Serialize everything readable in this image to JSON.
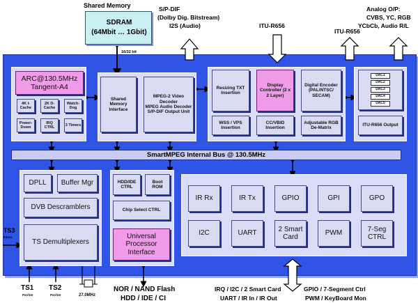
{
  "sdram": {
    "header": "Shared Memory",
    "title": "SDRAM",
    "subtitle": "(64Mbit … 1Gbit)",
    "width_label": "16/32 bit"
  },
  "spdif": {
    "line1": "S/P-DIF",
    "line2": "(Dolby Dig. Bitstream)",
    "line3": "I2S (Audio)"
  },
  "itu_top": "ITU-R656",
  "itu_right": "ITU-R656",
  "analog": {
    "line1": "Analog O/P:",
    "line2": "CVBS, YC, RGB",
    "line3": "YCbCb, Audio R/L"
  },
  "cpu": {
    "title": "ARC@130.5MHz",
    "subtitle": "Tangent-A4",
    "cells": [
      "4K I-Cache",
      "2K D-Cache",
      "Watch-Dog",
      "Power-Down",
      "IRQ CTRL",
      "3 Timers"
    ]
  },
  "shared_mem_iface": "Shared Memory Interface",
  "mpeg": {
    "line1": "MPEG-2 Video Decoder",
    "line2": "MPEG Audio Decoder",
    "line3": "S/P-DIF Output Unit"
  },
  "video": {
    "resizing": "Resizing TXT Insertion",
    "display": "Display Controller (2 x 2 Layer)",
    "digital_enc": "Digital Encoder (PAL/NTSC/ SECAM)",
    "wss": "WSS / VPS Insertion",
    "cc": "CC/VBID Insertion",
    "rgb": "Adjustable RGB De-Matrix"
  },
  "dac": {
    "items": [
      "DAC1",
      "DAC2",
      "DAC3",
      "DAC4",
      "DAC5"
    ],
    "itu_output": "ITU-R656 Output"
  },
  "bus_label": "SmartMPEG Internal Bus @ 130.5MHz",
  "ts": {
    "dpll": "DPLL",
    "buffer": "Buffer Mgr",
    "dvb": "DVB Descramblers",
    "demux": "TS Demultiplexers",
    "ts3": "TS3",
    "ts3_sub": "Intern",
    "ts1": "TS1",
    "ts1_sub": "Par/Ser",
    "ts2": "TS2",
    "ts2_sub": "Par/Ser",
    "clock": "27.0MHz"
  },
  "upi": {
    "hdd": "HDD/IDE CTRL",
    "boot": "Boot ROM",
    "chip_select": "Chip Select CTRL",
    "universal": "Universal Processor Interface",
    "bottom1": "NOR / NAND Flash",
    "bottom2": "HDD / IDE / CI"
  },
  "periph": {
    "cells": [
      "IR Rx",
      "IR Tx",
      "GPIO",
      "GPI",
      "GPO",
      "I2C",
      "UART",
      "2 Smart Card",
      "PWM",
      "7-Seg CTRL"
    ],
    "bottom_left1": "IRQ / I2C / 2 Smart Card",
    "bottom_left2": "UART / IR In / IR Out",
    "bottom_right1": "GPIO / 7-Segment Ctrl",
    "bottom_right2": "PWM / KeyBoard Mon"
  }
}
